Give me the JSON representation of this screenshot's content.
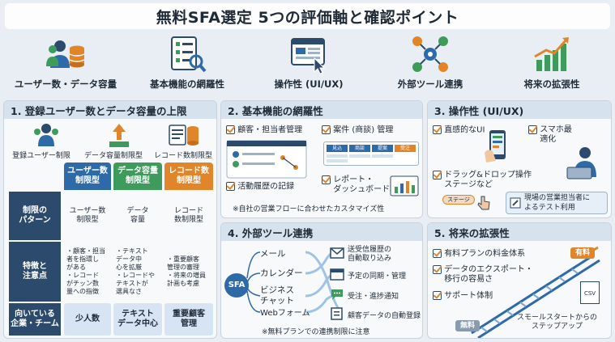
{
  "title": "無料SFA選定 5つの評価軸と確認ポイント",
  "axes": [
    {
      "label": "ユーザー数・データ容量",
      "icon": "users-database-icon"
    },
    {
      "label": "基本機能の網羅性",
      "icon": "checklist-magnifier-icon"
    },
    {
      "label": "操作性 (UI/UX)",
      "icon": "browser-window-cursor-icon"
    },
    {
      "label": "外部ツール連携",
      "icon": "gears-network-icon"
    },
    {
      "label": "将来の拡張性",
      "icon": "growth-chart-icon"
    }
  ],
  "panel1": {
    "header": "1. 登録ユーザー数とデータ容量の上限",
    "icon_labels": [
      "登録ユーザー制限",
      "データ容量制限型",
      "レコード数制限型"
    ],
    "columns": [
      "ユーザー数\n制限型",
      "データ容量\n制限型",
      "レコード数\n制限型"
    ],
    "column_colors": [
      "#2f6aa8",
      "#3e9b5b",
      "#e0852a"
    ],
    "rows": [
      {
        "label": "制限の\nパターン",
        "cells": [
          "ユーザー数\n制限型",
          "データ\n容量",
          "レコード\n数制限型"
        ]
      },
      {
        "label": "特徴と\n注意点",
        "cells": [
          "・顧客・担当\n 者を指環し\n がある\n・レコード\n がチッン数\n 量への指徴",
          "・テキスト\n データ中\n 心を拡厳\n・レコードや\n テキストが\n 選具なさ",
          "・重要顧客\n 管理の審理\n・将来の増員\n 計画も考慮"
        ]
      },
      {
        "label": "向いている\n企業・チーム",
        "cells": [
          "少人数",
          "テキスト\nデータ中心",
          "重要顧客\n管理"
        ]
      }
    ]
  },
  "panel2": {
    "header": "2. 基本機能の網羅性",
    "items": [
      "顧客・担当者管理",
      "案件 (商談) 管理",
      "活動履歴の記録",
      "レポート・\nダッシュボード"
    ],
    "pipeline": [
      "見込",
      "商談",
      "提案",
      "受注"
    ],
    "note": "※自社の営業フローに合わせたカスタマイズ性"
  },
  "panel3": {
    "header": "3. 操作性 (UI/UX)",
    "items": [
      "直感的なUI",
      "スマホ最\n適化",
      "ドラッグ&ドロップ操作\nステージなど"
    ],
    "stage_tag": "ステージ",
    "test_note": "現場の営業担当者に\nよるテスト利用"
  },
  "panel4": {
    "header": "4. 外部ツール連携",
    "hub": "SFA",
    "sources": [
      "メール",
      "カレンダー",
      "ビジネス\nチャット",
      "Webフォーム"
    ],
    "targets": [
      "送受信履歴の\n自動取り込み",
      "予定の同期・管理",
      "受注・進捗通知",
      "顧客データの自動登録"
    ],
    "note": "※無料プランでの連携制限に注意"
  },
  "panel5": {
    "header": "5. 将来の拡張性",
    "items": [
      "有料プランの料金体系",
      "データのエクスポート・\n移行の容易さ",
      "サポート体制"
    ],
    "paid_tag": "有料",
    "free_tag": "無料",
    "csv_label": "CSV",
    "caption": "スモールスタートからの\nステップアップ"
  },
  "colors": {
    "navy": "#2c4a6b",
    "orange": "#e0852a",
    "green": "#3e9b5b",
    "blue": "#2f6aa8",
    "panel_head": "#d6e2ee"
  }
}
